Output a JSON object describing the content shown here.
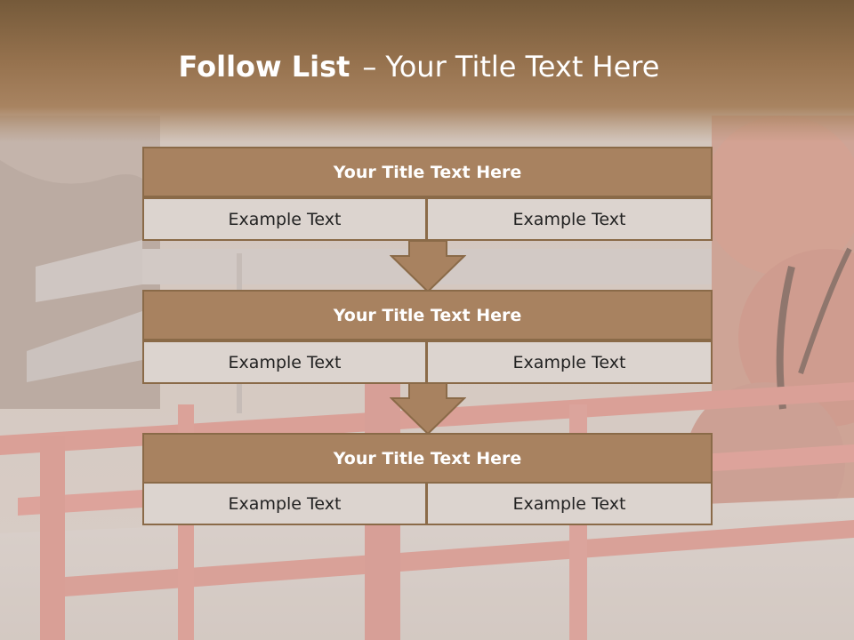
{
  "slide": {
    "title_bold": "Follow List",
    "title_dash": "–",
    "title_rest": "Your Title Text Here"
  },
  "blocks": [
    {
      "title": "Your Title Text Here",
      "left": "Example Text",
      "right": "Example Text"
    },
    {
      "title": "Your Title Text Here",
      "left": "Example Text",
      "right": "Example Text"
    },
    {
      "title": "Your Title Text Here",
      "left": "Example Text",
      "right": "Example Text"
    }
  ],
  "colors": {
    "header_band": "#755a3a",
    "block_title_fill": "#a88260",
    "block_border": "#8a6a48",
    "cell_fill": "#dcd4cf",
    "arrow_fill": "#a88260"
  },
  "icons": [
    "down-arrow-icon"
  ]
}
